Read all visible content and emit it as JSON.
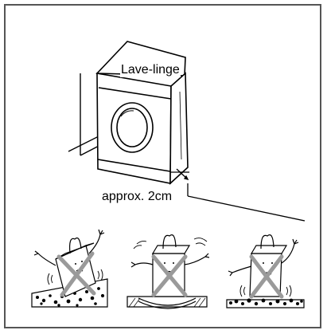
{
  "labels": {
    "machine": "Lave-linge",
    "gap": "approx. 2cm"
  },
  "colors": {
    "border": "#555555",
    "line": "#000000",
    "cross": "#9a9a9a"
  },
  "illustrations": [
    {
      "name": "uneven-floor-incorrect",
      "status": "incorrect"
    },
    {
      "name": "soft-floor-incorrect",
      "status": "incorrect"
    },
    {
      "name": "rough-floor-incorrect",
      "status": "incorrect"
    }
  ]
}
